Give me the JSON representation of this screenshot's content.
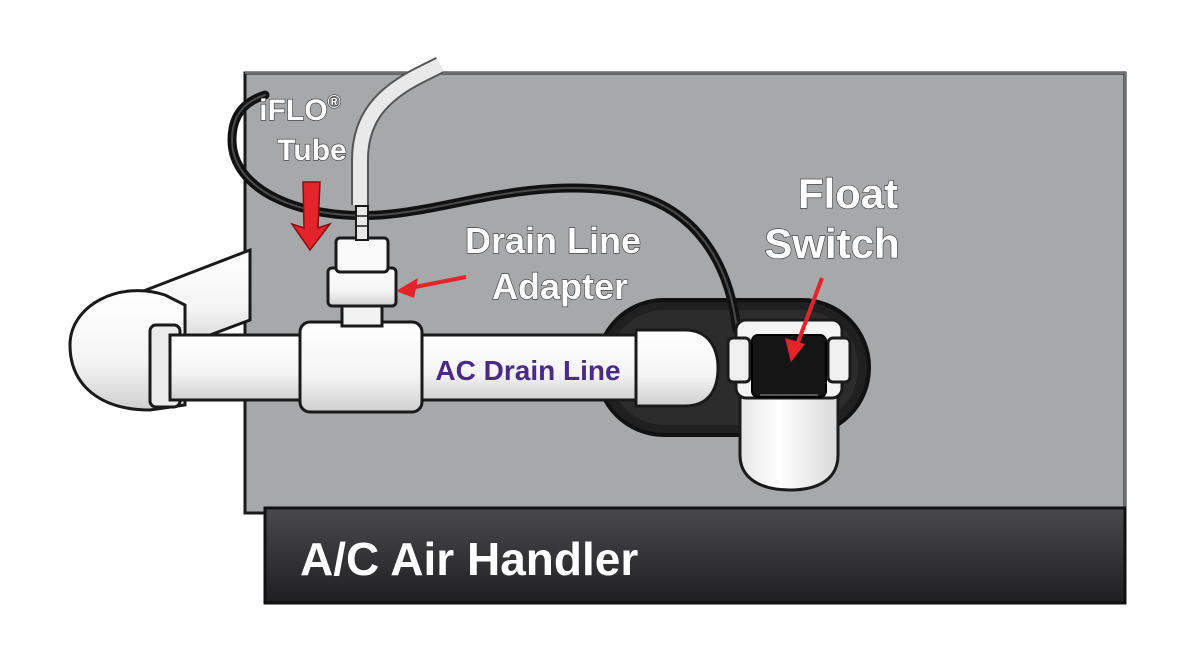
{
  "labels": {
    "iflo_line1": "iFLO",
    "iflo_mark": "®",
    "iflo_line2": "Tube",
    "drain_adapter_line1": "Drain Line",
    "drain_adapter_line2": "Adapter",
    "float_switch_line1": "Float",
    "float_switch_line2": "Switch",
    "ac_drain_line": "AC Drain Line",
    "air_handler": "A/C Air Handler"
  },
  "colors": {
    "unit_body": "#a7a8aa",
    "unit_outline": "#1a1a1a",
    "base_bar": "#3a3a3c",
    "pipe": "#ffffff",
    "cable": "#111111",
    "arrow": "#e3242b",
    "drain_text": "#4b2a84",
    "label_text": "#ffffff"
  }
}
